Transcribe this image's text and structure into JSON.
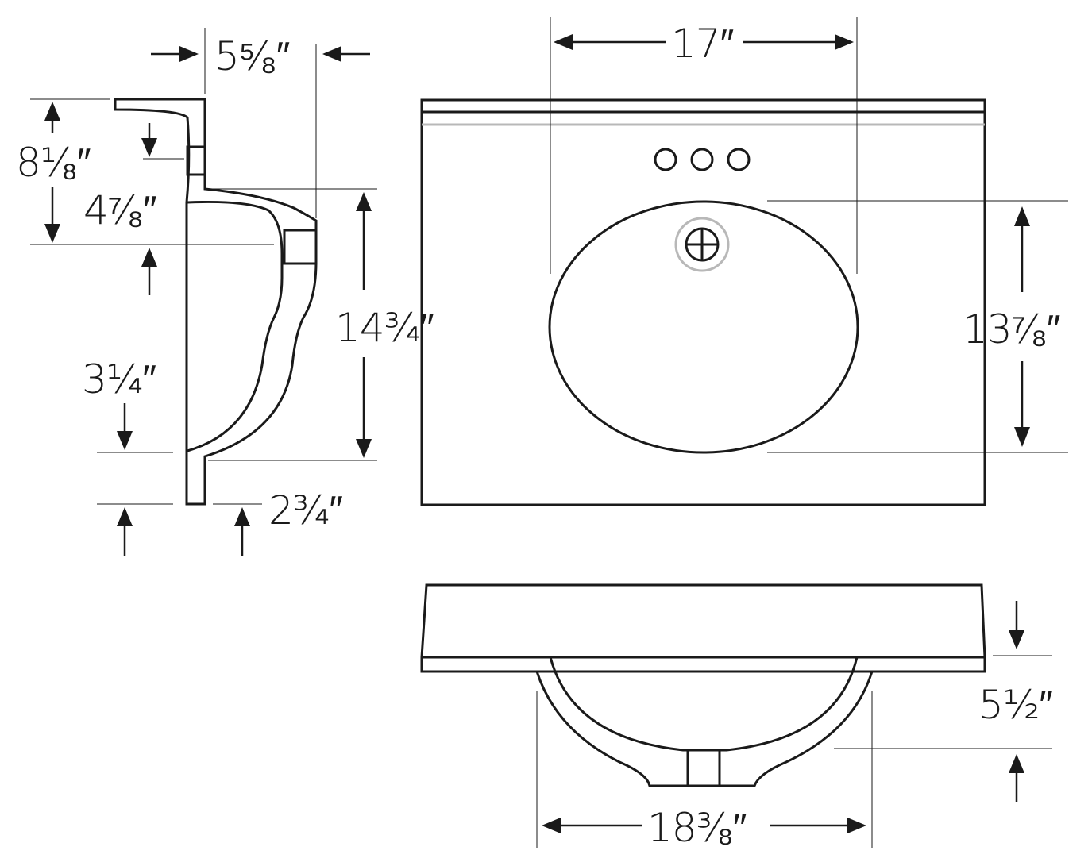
{
  "dimensions": {
    "side_top_width": "5⁵⁄₈″",
    "side_deck_height": "8¹⁄₈″",
    "side_deck_to_bowl": "4⁷⁄₈″",
    "side_total_depth": "14³⁄₄″",
    "side_drain_height": "3¹⁄₄″",
    "side_bottom_lip": "2³⁄₄″",
    "top_bowl_width": "17″",
    "top_bowl_depth": "13⁷⁄₈″",
    "front_bowl_width": "18³⁄₈″",
    "front_bowl_depth": "5¹⁄₂″"
  }
}
